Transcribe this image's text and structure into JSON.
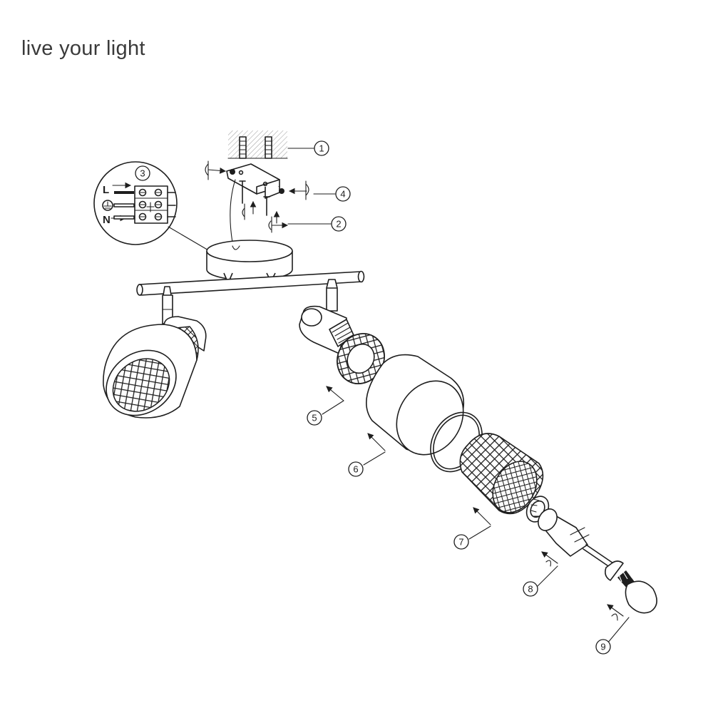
{
  "header": {
    "tagline": "live your light"
  },
  "wiring_inset": {
    "callout": "3",
    "labels": {
      "live": "L",
      "neutral": "N"
    },
    "earth_icon": "earth-ground-icon"
  },
  "callouts": [
    {
      "id": "1"
    },
    {
      "id": "2"
    },
    {
      "id": "3"
    },
    {
      "id": "4"
    },
    {
      "id": "5"
    },
    {
      "id": "6"
    },
    {
      "id": "7"
    },
    {
      "id": "8"
    },
    {
      "id": "9"
    }
  ],
  "colors": {
    "line": "#1e1e1e",
    "text": "#3a3a3a",
    "hatch": "#bdbdbd"
  }
}
